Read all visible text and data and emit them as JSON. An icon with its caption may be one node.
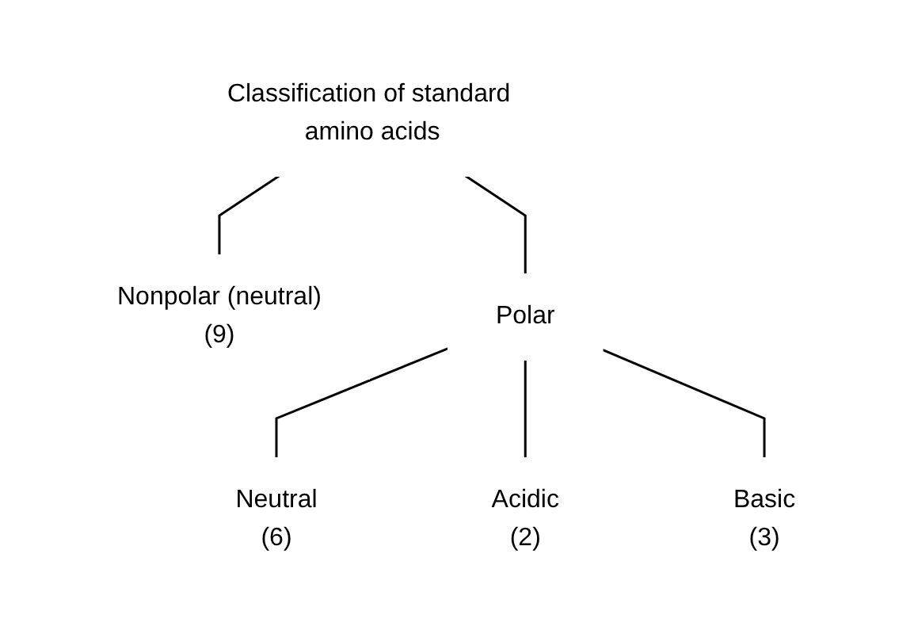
{
  "diagram": {
    "nodes": [
      {
        "text": [
          "Classification of standard amino acids"
        ]
      },
      {
        "text": [
          "Nonpolar (neutral)",
          "(9)"
        ]
      },
      {
        "text": [
          "Polar"
        ]
      },
      {
        "text": [
          "Neutral",
          "(6)"
        ]
      },
      {
        "text": [
          "Acidic",
          "(2)"
        ]
      },
      {
        "text": [
          "Basic",
          "(3)"
        ]
      }
    ],
    "edges": [
      {
        "from": 0,
        "to": 1,
        "arrow": "none"
      },
      {
        "from": 0,
        "to": 2,
        "arrow": "none"
      },
      {
        "from": 2,
        "to": 3,
        "arrow": "none"
      },
      {
        "from": 2,
        "to": 4,
        "arrow": "none"
      },
      {
        "from": 2,
        "to": 5,
        "arrow": "none"
      }
    ]
  }
}
